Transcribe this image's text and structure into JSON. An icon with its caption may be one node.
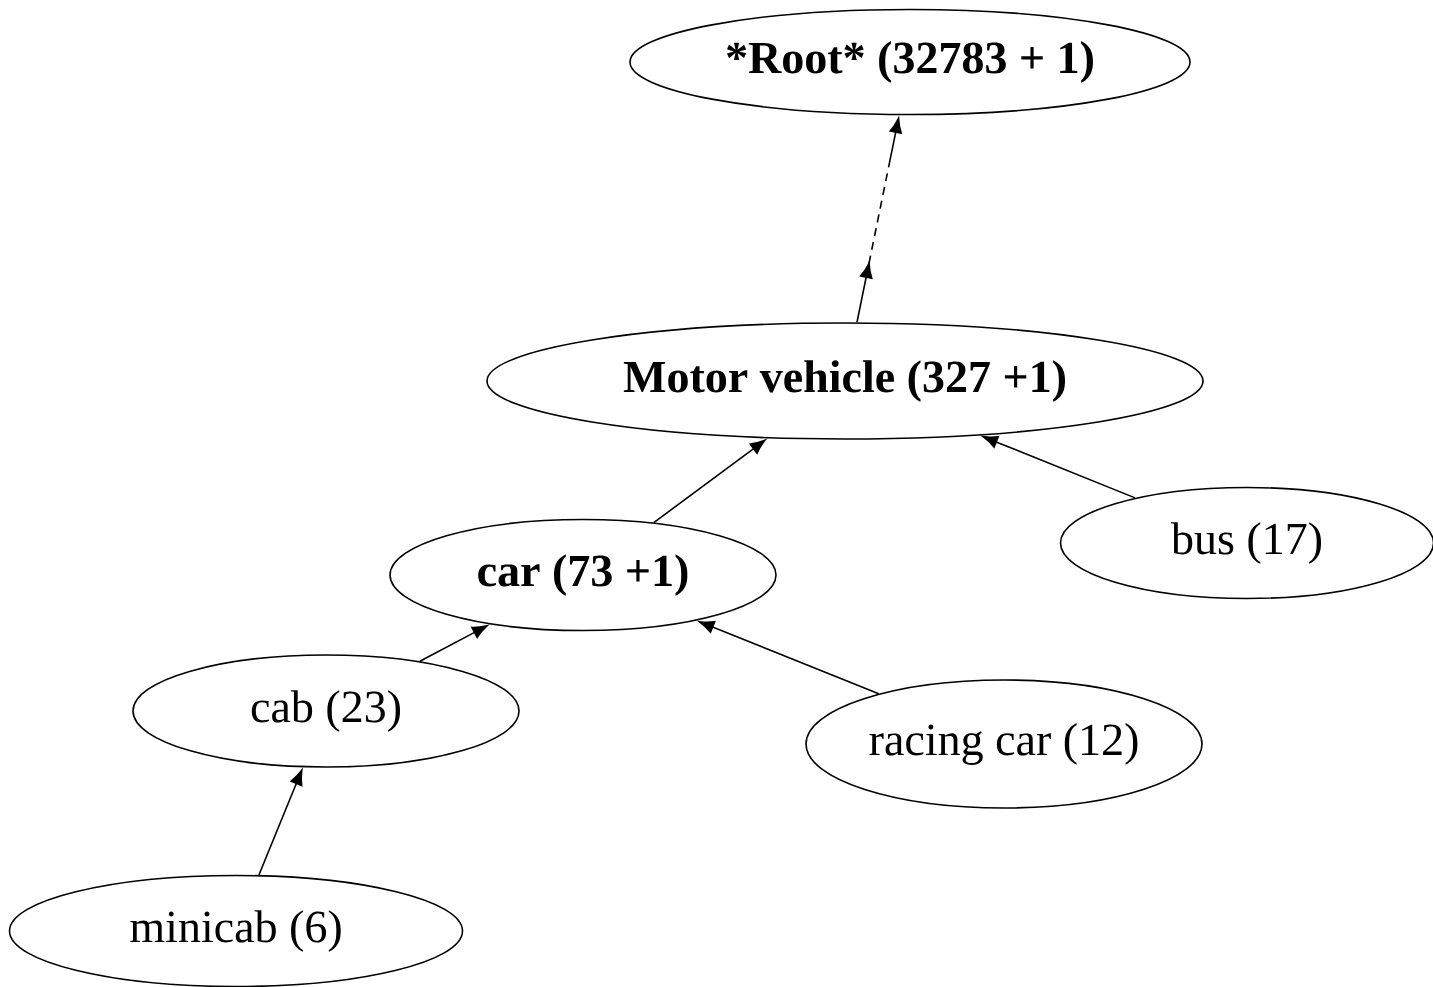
{
  "diagram": {
    "nodes": [
      {
        "text": [
          "*Root* (32783 + 1)"
        ]
      },
      {
        "text": [
          "Motor vehicle (327 +1)"
        ]
      },
      {
        "text": [
          "car (73 +1)"
        ]
      },
      {
        "text": [
          "bus (17)"
        ]
      },
      {
        "text": [
          "cab (23)"
        ]
      },
      {
        "text": [
          "racing car (12)"
        ]
      },
      {
        "text": [
          "minicab (6)"
        ]
      }
    ],
    "edges": [
      {
        "from": 1,
        "to": 0,
        "arrow": "to",
        "style": "dashed"
      },
      {
        "from": 2,
        "to": 1,
        "arrow": "to"
      },
      {
        "from": 3,
        "to": 1,
        "arrow": "to"
      },
      {
        "from": 4,
        "to": 2,
        "arrow": "to"
      },
      {
        "from": 5,
        "to": 2,
        "arrow": "to"
      },
      {
        "from": 6,
        "to": 4,
        "arrow": "to"
      }
    ]
  }
}
